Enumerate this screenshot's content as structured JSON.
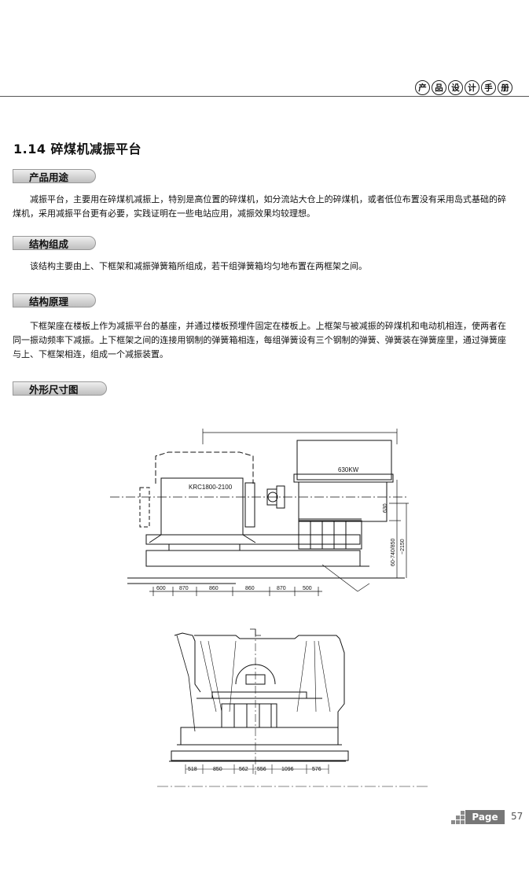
{
  "header": {
    "bubbles": [
      "产",
      "品",
      "设",
      "计",
      "手",
      "册"
    ]
  },
  "section": {
    "title": "1.14 碎煤机减振平台"
  },
  "blocks": [
    {
      "heading": "产品用途",
      "text": "减振平台，主要用在碎煤机减振上，特别是高位置的碎煤机，如分流站大仓上的碎煤机，或者低位布置没有采用岛式基础的碎煤机，采用减振平台更有必要，实践证明在一些电站应用，减振效果均较理想。"
    },
    {
      "heading": "结构组成",
      "text": "该结构主要由上、下框架和减振弹簧箱所组成，若干组弹簧箱均匀地布置在两框架之间。"
    },
    {
      "heading": "结构原理",
      "text": "下框架座在楼板上作为减振平台的基座，并通过楼板预埋件固定在楼板上。上框架与被减振的碎煤机和电动机相连，使两者在同一振动频率下减振。上下框架之间的连接用钢制的弹簧箱相连，每组弹簧设有三个钢制的弹簧、弹簧装在弹簧座里，通过弹簧座与上、下框架相连，组成一个减振装置。"
    },
    {
      "heading": "外形尺寸图"
    }
  ],
  "drawing1": {
    "crusher_label": "KRC1800-2100",
    "motor_label": "630KW",
    "dims_bottom": [
      "600",
      "870",
      "860",
      "860",
      "870",
      "500"
    ],
    "dims_right": [
      "630",
      "60-740/850",
      "~2150"
    ]
  },
  "drawing2": {
    "dims_bottom": [
      "518",
      "850",
      "562",
      "556",
      "1096",
      "576"
    ]
  },
  "footer": {
    "page_label": "Page",
    "page_number": "57"
  }
}
